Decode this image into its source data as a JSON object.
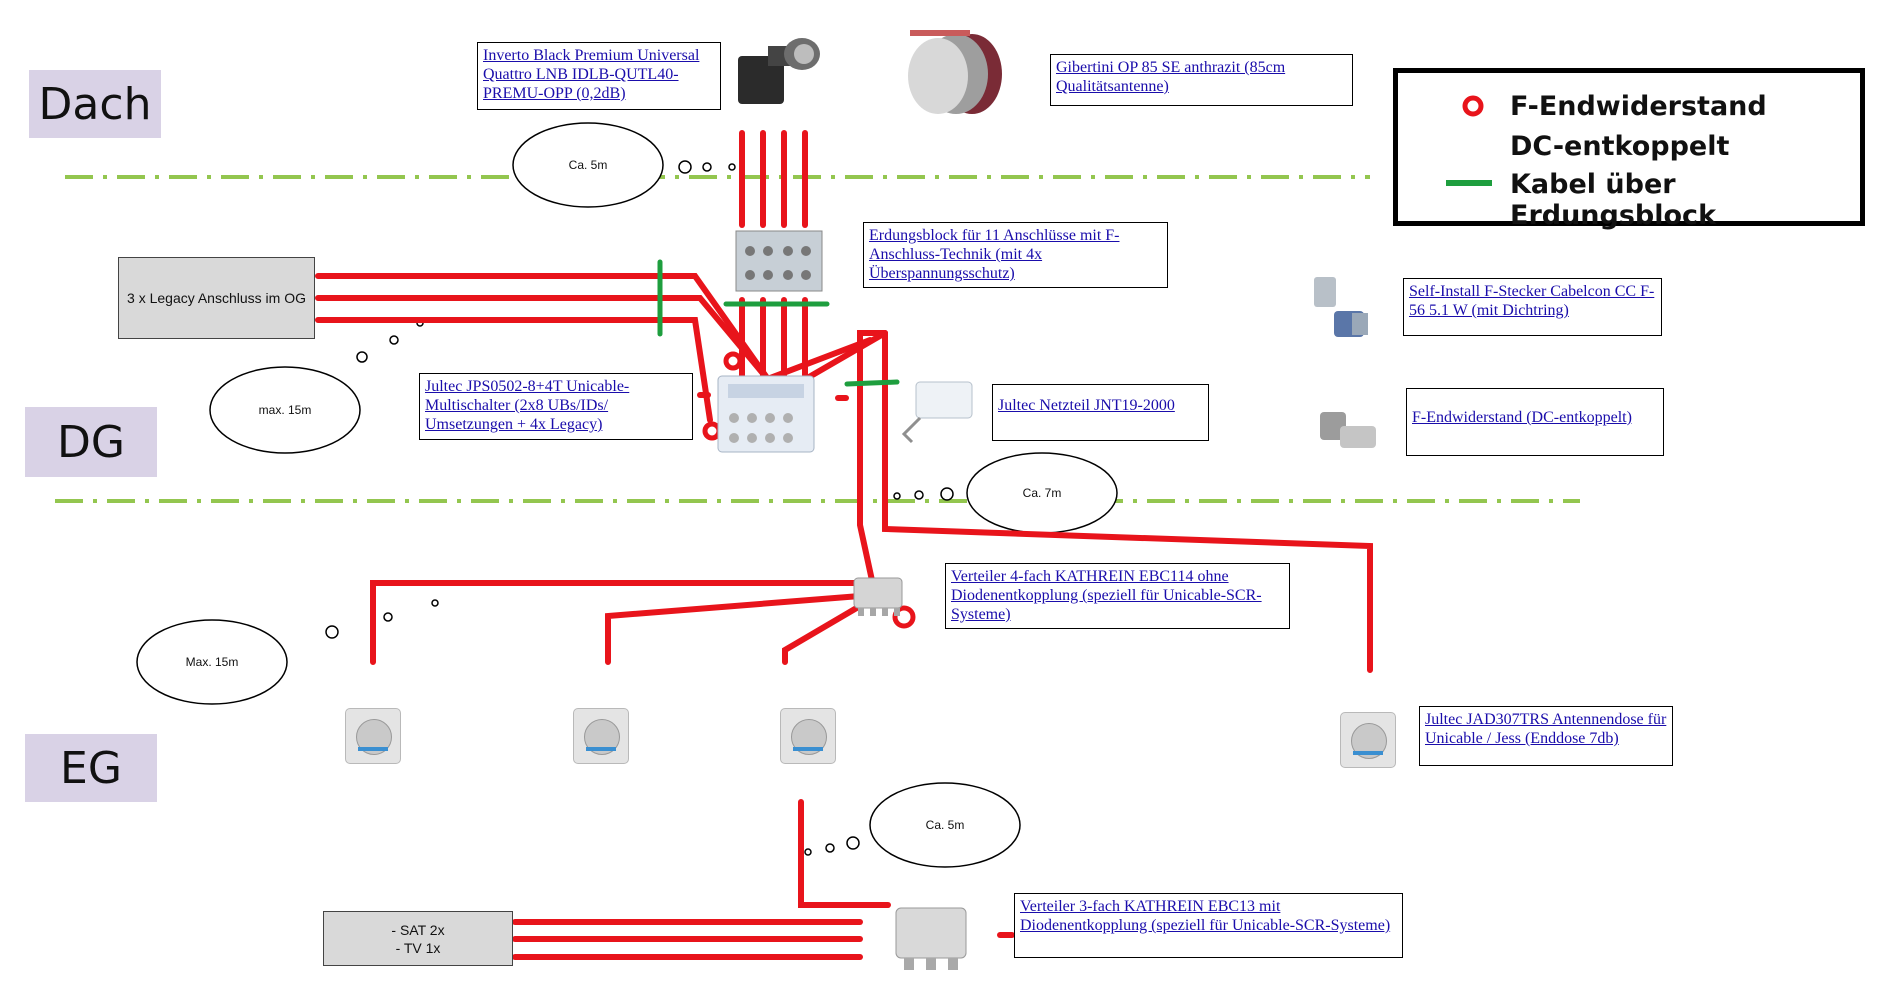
{
  "floors": {
    "dach": "Dach",
    "dg": "DG",
    "eg": "EG"
  },
  "legend": {
    "terminator_label_1": "F-Endwiderstand",
    "terminator_label_2": "DC-entkoppelt",
    "ground_label": "Kabel über Erdungsblock"
  },
  "components": {
    "lnb": "Inverto Black Premium Universal Quattro LNB IDLB-QUTL40-PREMU-OPP (0,2dB)",
    "dish": "Gibertini OP 85 SE anthrazit (85cm Qualitätsantenne)",
    "ground_block": "Erdungsblock für 11 Anschlüsse mit F-Anschluss-Technik (mit 4x Überspannungsschutz)",
    "f_connector": "Self-Install F-Stecker Cabelcon CC F-56 5.1 W (mit Dichtring)",
    "multiswitch": "Jultec JPS0502-8+4T Unicable-Multischalter (2x8 UBs/IDs/ Umsetzungen + 4x Legacy)",
    "power_supply": "Jultec Netzteil JNT19-2000",
    "terminator": "F-Endwiderstand (DC-entkoppelt)",
    "splitter4": "Verteiler 4-fach KATHREIN EBC114 ohne Diodenentkopplung (speziell für Unicable-SCR-Systeme)",
    "wall_socket": "Jultec JAD307TRS Antennendose für Unicable / Jess (Enddose 7db)",
    "splitter3": "Verteiler 3-fach KATHREIN EBC13 mit Diodenentkopplung (speziell für Unicable-SCR-Systeme)"
  },
  "boxes": {
    "legacy": "3 x Legacy Anschluss im OG",
    "sat_tv_1": "- SAT 2x",
    "sat_tv_2": "- TV 1x"
  },
  "clouds": {
    "dach": "Ca. 5m",
    "dg": "max. 15m",
    "dg_eg": "Ca. 7m",
    "eg": "Max. 15m",
    "bottom": "Ca. 5m"
  },
  "colors": {
    "cable": "#e8141b",
    "ground": "#1e9e3e",
    "floor_bg": "#d9d2e6",
    "guide": "#93c64f"
  }
}
